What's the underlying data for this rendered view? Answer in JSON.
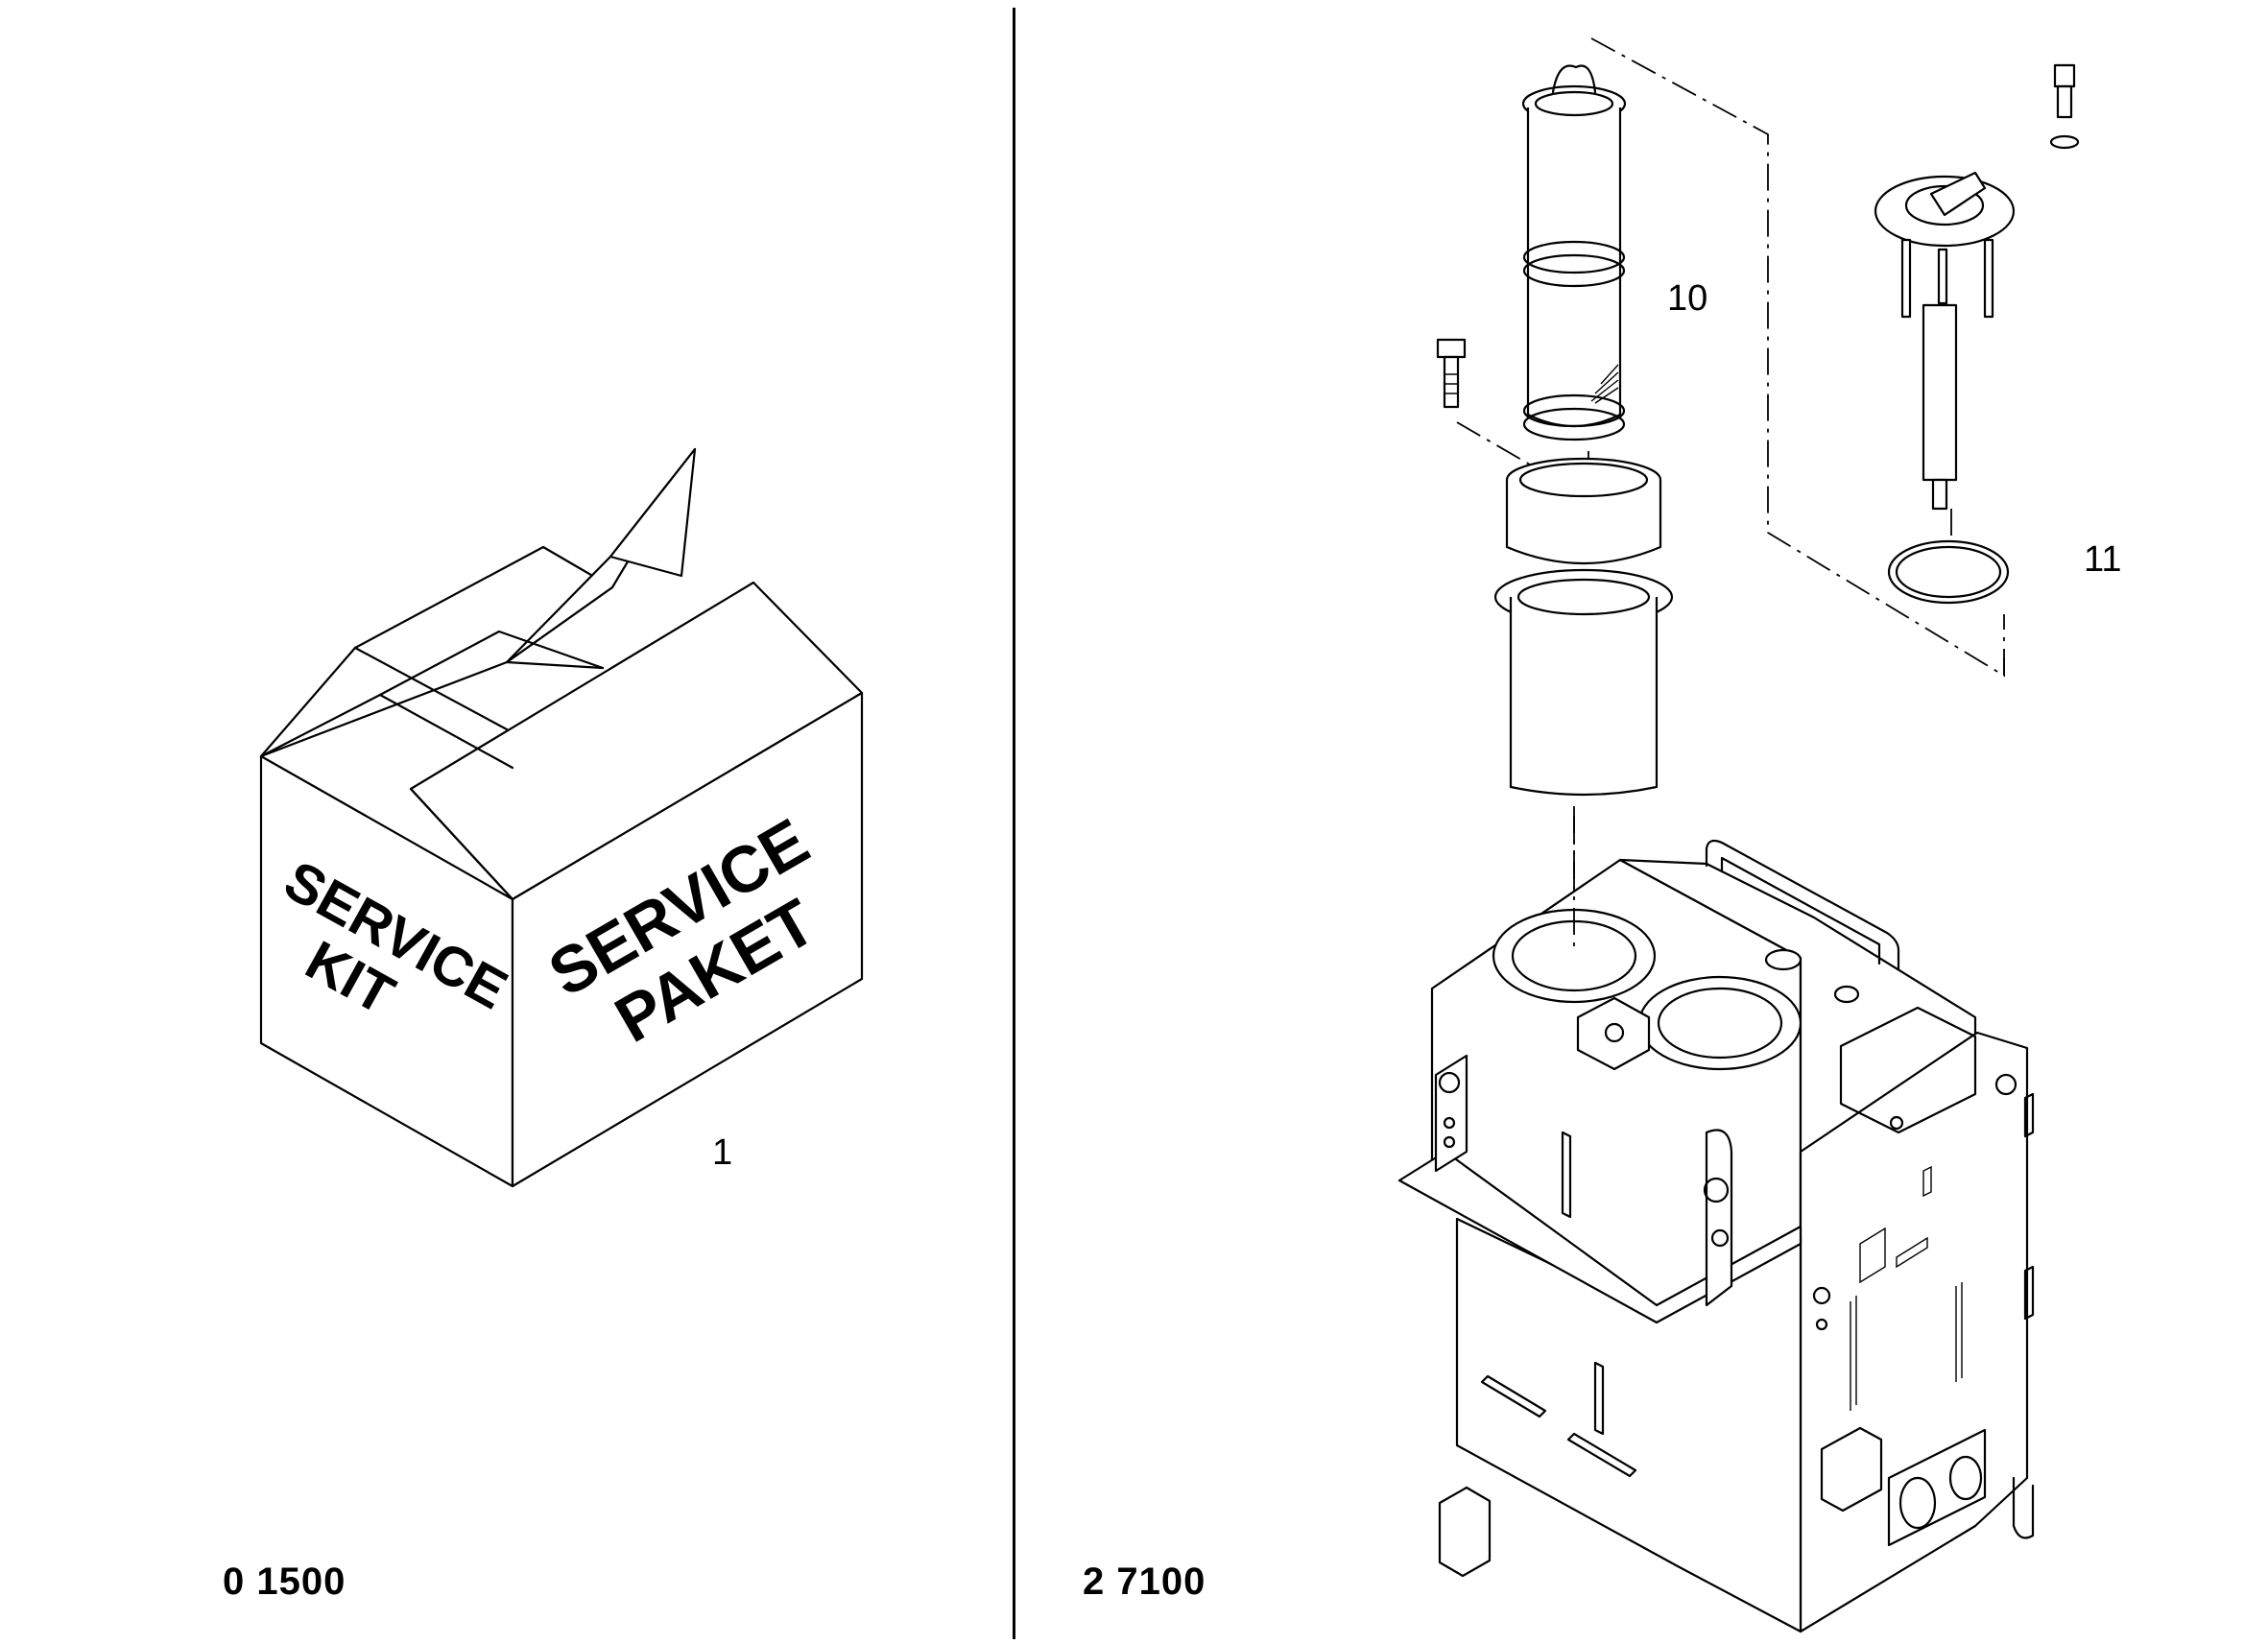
{
  "left_panel": {
    "group_code": "0 1500",
    "box_text_side": [
      "SERVICE",
      "KIT"
    ],
    "box_text_front": [
      "SERVICE",
      "PAKET"
    ],
    "callouts": [
      {
        "label": "1"
      }
    ]
  },
  "right_panel": {
    "group_code": "2 7100",
    "callouts": [
      {
        "label": "10"
      },
      {
        "label": "11"
      }
    ]
  }
}
